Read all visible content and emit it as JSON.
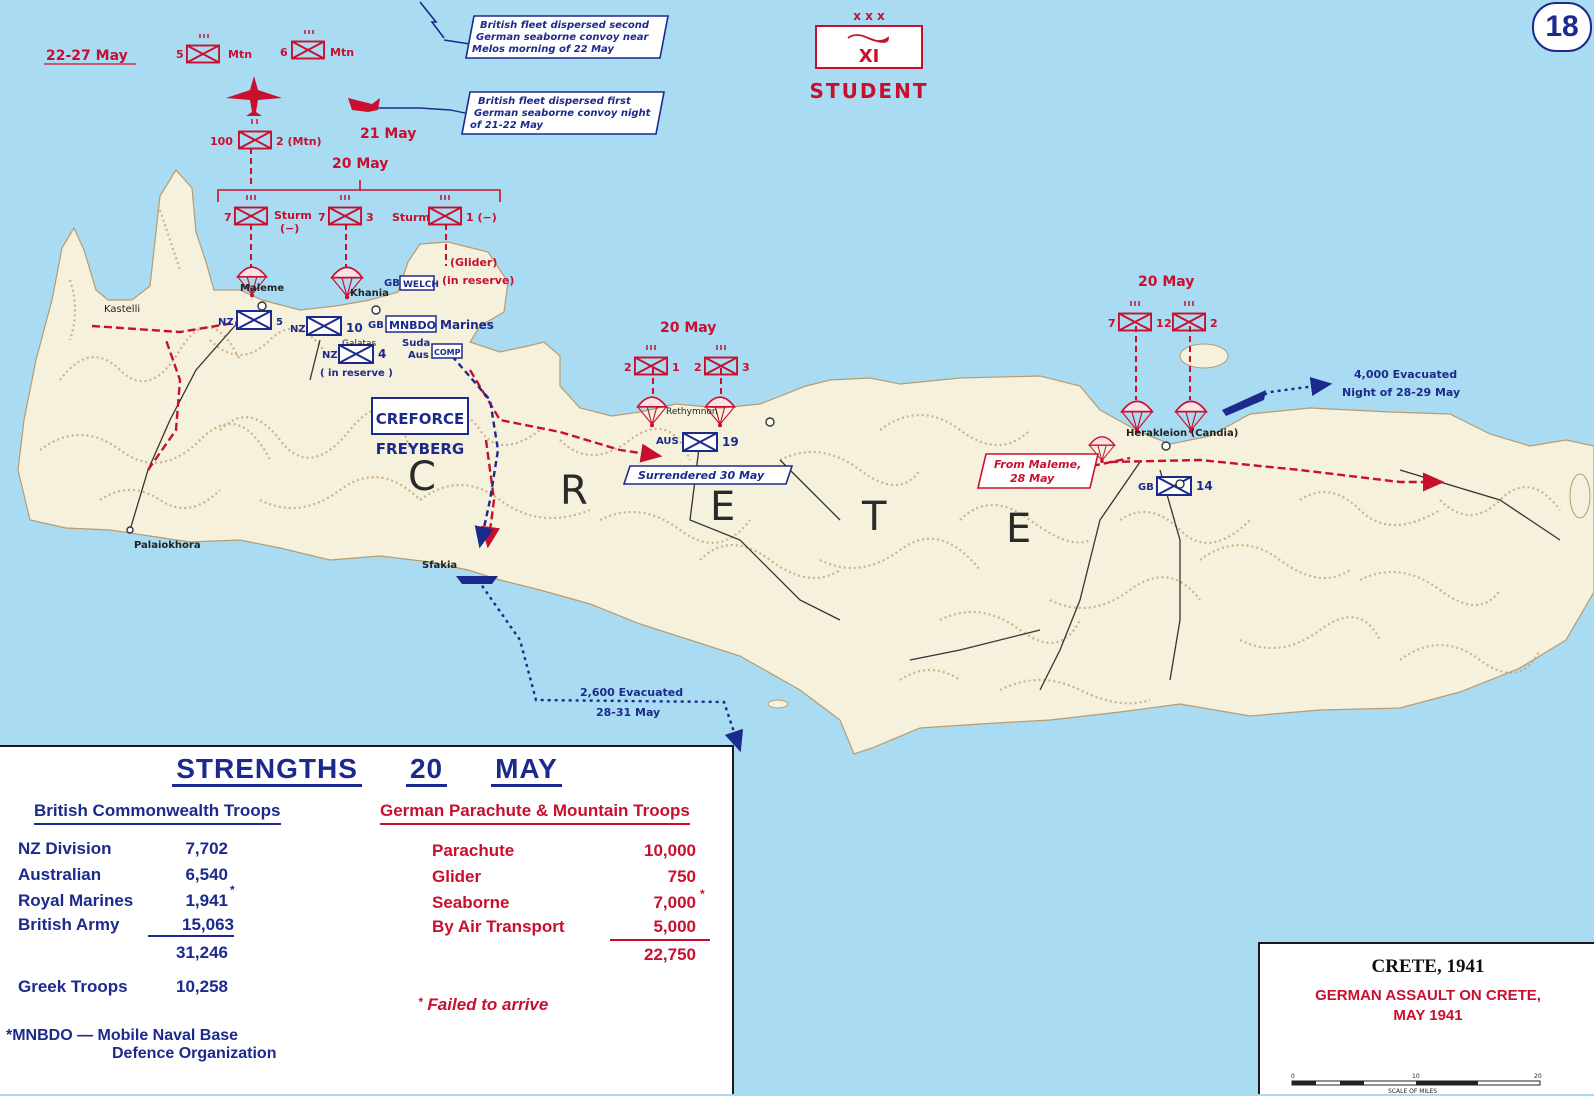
{
  "map_number": "18",
  "dates": {
    "d2227": "22-27 May",
    "d21": "21 May",
    "d20a": "20 May",
    "d20b": "20 May",
    "d20c": "20 May"
  },
  "german_hq": {
    "corps": "XI",
    "size": "x x x",
    "commander": "STUDENT"
  },
  "german_units": {
    "mtn5": "5",
    "mtn6": "6",
    "mtn_label": "Mtn",
    "u100": "100",
    "u2mtn": "2 (Mtn)",
    "sturm7": "7",
    "sturm_label": "Sturm",
    "sturm_minus": "(−)",
    "u7_3a": "7",
    "u3a": "3",
    "sturm1_label": "Sturm",
    "sturm1": "1 (−)",
    "glider": "(Glider)",
    "in_reserve": "(in reserve)",
    "u2_1a": "2",
    "u1a": "1",
    "u2_3b": "2",
    "u3b": "3",
    "u7_1c": "7",
    "u1c": "1",
    "u2_2c": "2",
    "u2c": "2"
  },
  "british_units": {
    "nz5": "NZ",
    "u5": "5",
    "nz10": "NZ",
    "u10": "10",
    "nz4": "NZ",
    "u4": "4",
    "in_reserve": "( in reserve )",
    "gb_welch": "GB",
    "welch": "WELCH",
    "gb_mnbdo": "GB",
    "mnbdo": "MNBDO",
    "marines": "Marines",
    "suda": "Suda",
    "aus": "Aus",
    "comp": "COMP",
    "aus19": "AUS",
    "u19": "19",
    "gb14": "GB",
    "u14": "14",
    "creforce": "CREFORCE",
    "freyberg": "FREYBERG"
  },
  "places": {
    "kastelli": "Kastelli",
    "maleme": "Maleme",
    "khania": "Khania",
    "galatas": "Galatas",
    "sfakia": "Sfakia",
    "palaiokhora": "Palaiokhora",
    "rethymnon": "Rethymnon",
    "herakleion": "Herakleion (Candia)",
    "crete_letters": [
      "C",
      "R",
      "E",
      "T",
      "E"
    ]
  },
  "notes": {
    "fleet2": [
      "British fleet dispersed second",
      "German seaborne convoy near",
      "Melos morning of 22 May"
    ],
    "fleet1": [
      "British fleet dispersed first",
      "German seaborne convoy night",
      "of 21-22 May"
    ],
    "surrendered": "Surrendered 30 May",
    "from_maleme": [
      "From Maleme,",
      "28 May"
    ],
    "evac_east": [
      "4,000 Evacuated",
      "Night of 28-29 May"
    ],
    "evac_south": [
      "2,600 Evacuated",
      "28-31 May"
    ]
  },
  "strengths": {
    "title_a": "STRENGTHS",
    "title_b": "20",
    "title_c": "MAY",
    "british": {
      "heading": "British Commonwealth Troops",
      "rows": [
        {
          "label": "NZ Division",
          "value": "7,702"
        },
        {
          "label": "Australian",
          "value": "6,540"
        },
        {
          "label": "Royal Marines",
          "value": "1,941"
        },
        {
          "label": "British Army",
          "value": "15,063"
        }
      ],
      "total": "31,246",
      "greek_label": "Greek Troops",
      "greek_value": "10,258",
      "footnote_a": "*MNBDO  —  Mobile Naval Base",
      "footnote_b": "Defence Organization"
    },
    "german": {
      "heading": "German Parachute & Mountain Troops",
      "rows": [
        {
          "label": "Parachute",
          "value": "10,000"
        },
        {
          "label": "Glider",
          "value": "750"
        },
        {
          "label": "Seaborne",
          "value": "7,000"
        },
        {
          "label": "By Air Transport",
          "value": "5,000"
        }
      ],
      "total": "22,750",
      "footnote": "Failed  to  arrive"
    }
  },
  "title_box": {
    "title": "CRETE, 1941",
    "subtitle_a": "GERMAN ASSAULT ON CRETE,",
    "subtitle_b": "MAY 1941",
    "scale_ticks": [
      "0",
      "10",
      "20"
    ],
    "scale_caption": "SCALE OF MILES"
  },
  "colors": {
    "german": "#c8102e",
    "british": "#1b2a8c",
    "sea": "#a9dcf2",
    "land": "#f6f1dc",
    "relief": "#c9a77b"
  }
}
